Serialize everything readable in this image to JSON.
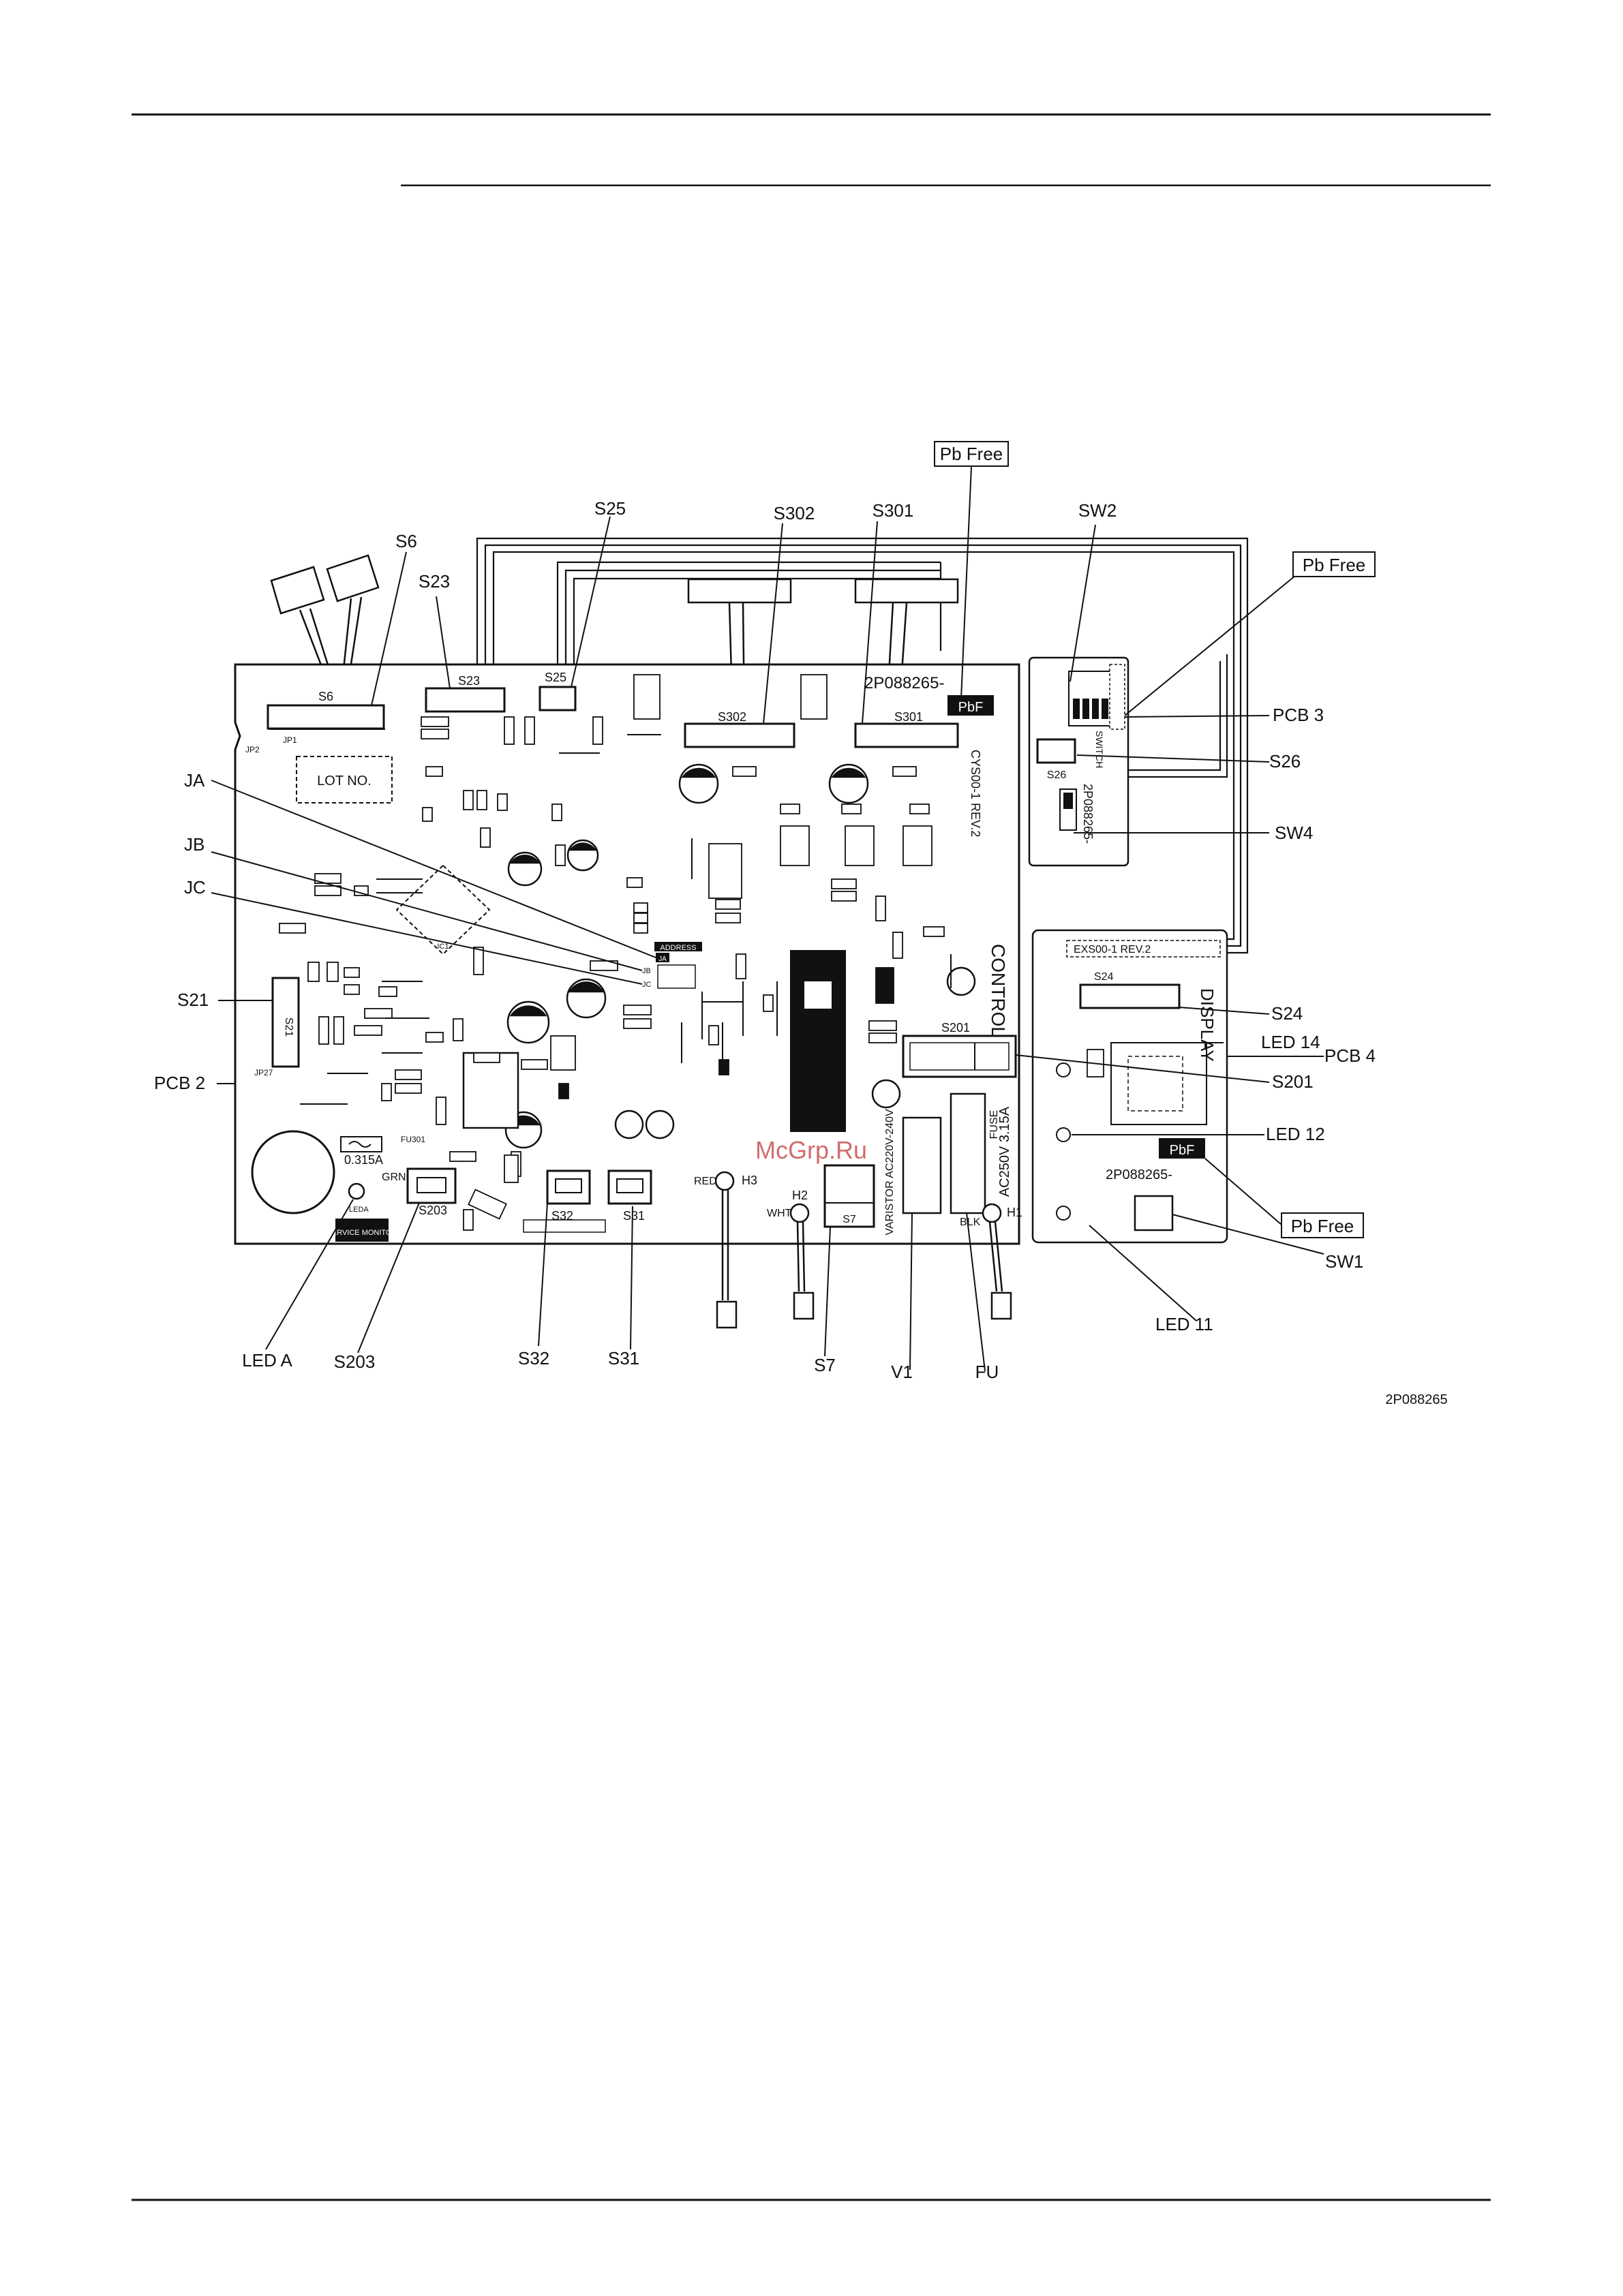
{
  "callouts": {
    "pb_free_top": "Pb Free",
    "pb_free_right_top": "Pb Free",
    "pb_free_right_bottom": "Pb Free",
    "s6": "S6",
    "s23": "S23",
    "s25": "S25",
    "s302": "S302",
    "s301": "S301",
    "sw2": "SW2",
    "pcb3": "PCB 3",
    "s26": "S26",
    "sw4": "SW4",
    "ja": "JA",
    "jb": "JB",
    "jc": "JC",
    "s21": "S21",
    "pcb2": "PCB 2",
    "s24": "S24",
    "led14": "LED 14",
    "pcb4": "PCB 4",
    "s201": "S201",
    "led12": "LED 12",
    "sw1": "SW1",
    "led11": "LED 11",
    "leda": "LED A",
    "s203": "S203",
    "s32": "S32",
    "s31": "S31",
    "s7": "S7",
    "v1": "V1",
    "fu": "FU",
    "drawing_no": "2P088265"
  },
  "board_labels": {
    "part_number": "2P088265-",
    "pbf": "PbF",
    "lot_no": "LOT NO.",
    "control": "CONTROL",
    "display": "DISPLAY",
    "fuse": "FUSE",
    "fuse_rating": "AC250V 3.15A",
    "varistor": "VARISTOR AC220V-240V",
    "fuse_small": "0.315A",
    "grn": "GRN",
    "service_monitor": "SERVICE MONITOR",
    "red": "RED",
    "wht": "WHT",
    "blk": "BLK",
    "h1": "H1",
    "h2": "H2",
    "h3": "H3",
    "s6": "S6",
    "s23": "S23",
    "s25": "S25",
    "s302": "S302",
    "s301": "S301",
    "s26": "S26",
    "s21": "S21",
    "s24": "S24",
    "s201": "S201",
    "s203": "S203",
    "s32": "S32",
    "s31": "S31",
    "s7": "S7",
    "switch": "SWITCH",
    "jp1": "JP1",
    "jp2": "JP2",
    "jp27": "JP27",
    "fu301": "FU301",
    "leda": "LEDA",
    "rev": "EXS00-1 REV.2",
    "rev2": "CYS00-1 REV.2",
    "ic1": "IC1",
    "ja": "JA",
    "jb": "JB",
    "jc": "JC",
    "address": "ADDRESS"
  },
  "watermark": "McGrp.Ru"
}
